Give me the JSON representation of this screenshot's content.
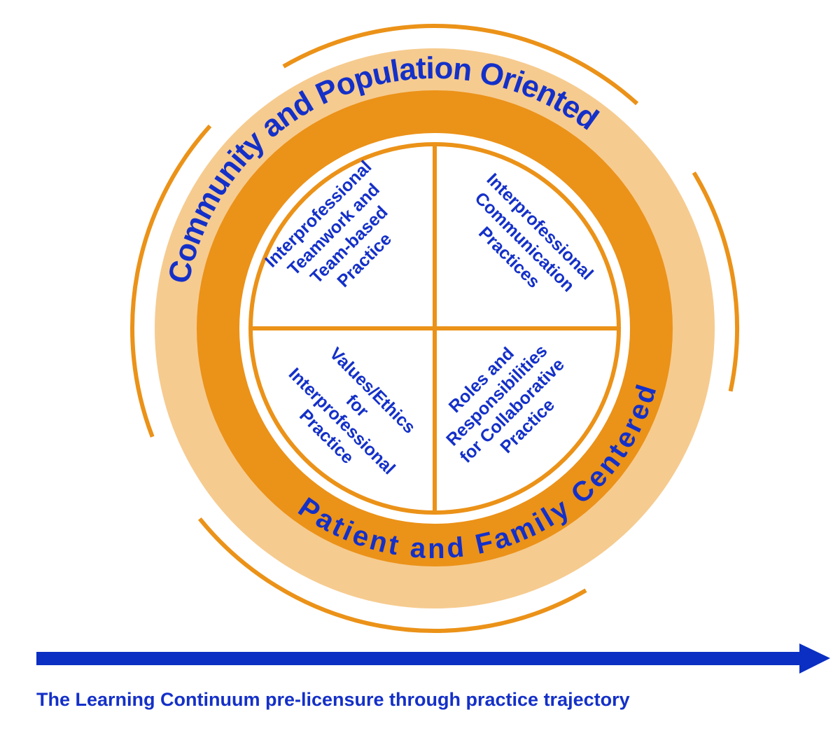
{
  "colors": {
    "light_ring": "#f6cb8f",
    "dark_ring": "#eb9218",
    "text": "#1430c8",
    "arrow": "#0a2fc2"
  },
  "outer_ring_label": "Community and Population Oriented",
  "middle_ring_label": "Patient and Family Centered",
  "quadrants": [
    {
      "lines": [
        "Interprofessional",
        "Teamwork and",
        "Team-based",
        "Practice"
      ]
    },
    {
      "lines": [
        "Interprofessional",
        "Communication",
        "Practices"
      ]
    },
    {
      "lines": [
        "Values/Ethics",
        "for",
        "Interprofessional",
        "Practice"
      ]
    },
    {
      "lines": [
        "Roles and",
        "Responsibilities",
        "for Collaborative",
        "Practice"
      ]
    }
  ],
  "caption": "The Learning Continuum pre-licensure through practice trajectory"
}
